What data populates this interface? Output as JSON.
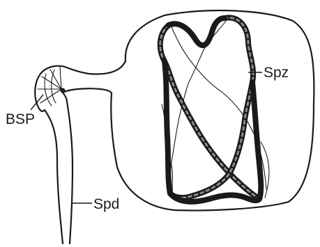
{
  "labels": {
    "spz": "Spz",
    "bsp": "BSP",
    "spd": "Spd"
  }
}
